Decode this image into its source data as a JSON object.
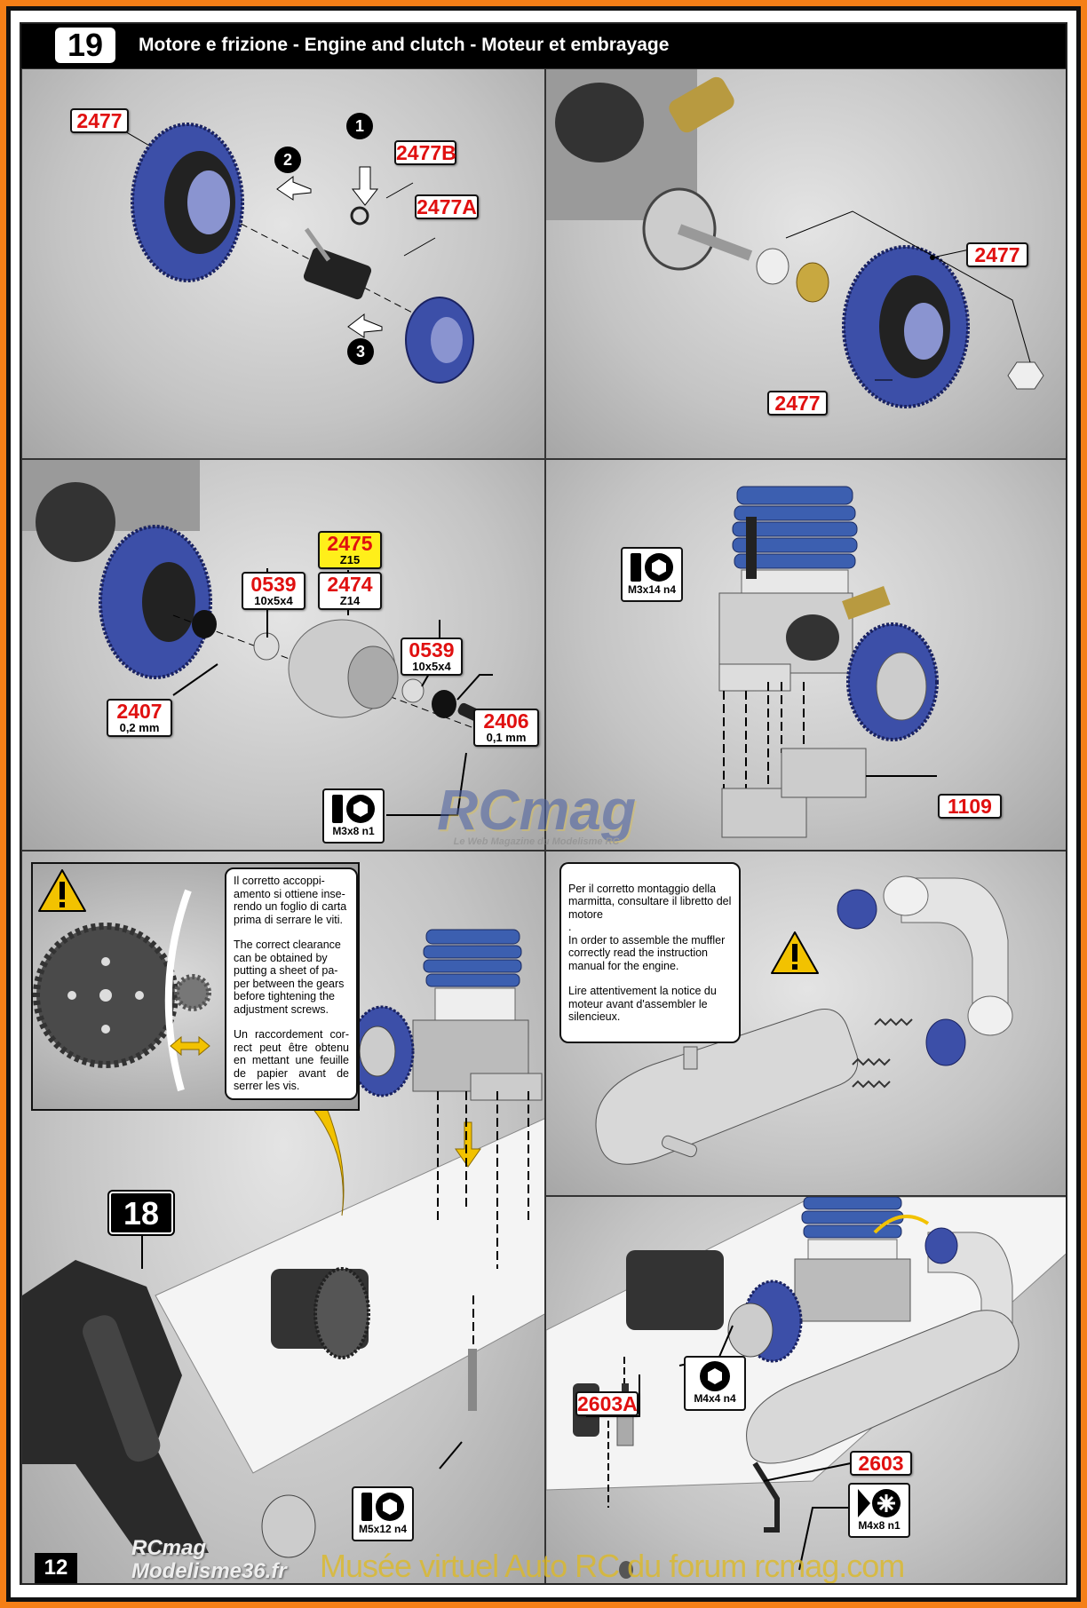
{
  "header": {
    "step": "19",
    "title": "Motore e frizione - Engine and clutch - Moteur et embrayage"
  },
  "panel1": {
    "labels": [
      {
        "code": "2477"
      },
      {
        "code": "2477B"
      },
      {
        "code": "2477A"
      }
    ],
    "steps": [
      "1",
      "2",
      "3"
    ]
  },
  "panel2": {
    "labels": [
      {
        "code": "2477"
      },
      {
        "code": "2477"
      }
    ]
  },
  "panel3": {
    "labels": [
      {
        "code": "2475",
        "sub": "Z15"
      },
      {
        "code": "2474",
        "sub": "Z14"
      },
      {
        "code": "0539",
        "sub": "10x5x4"
      },
      {
        "code": "0539",
        "sub": "10x5x4"
      },
      {
        "code": "2407",
        "sub": "0,2 mm"
      },
      {
        "code": "2406",
        "sub": "0,1 mm"
      }
    ],
    "tool": "M3x8 n1"
  },
  "panel4": {
    "tool": "M3x14 n4",
    "labels": [
      {
        "code": "1109"
      }
    ],
    "watermark": {
      "brand": "RCmag",
      "tagline": "Le Web Magazine du Modelisme RC"
    }
  },
  "panel5": {
    "note": [
      "Il corretto accoppi-amento si ottiene inse-rendo un foglio di carta prima di serrare le viti.",
      "The correct clearance can be obtained by putting a sheet of pa-per between the gears before tightening the adjustment screws.",
      "Un raccordement cor-rect peut être obtenu en mettant une feuille de papier avant de serrer les vis."
    ],
    "ref_step": "18",
    "tool": "M5x12 n4"
  },
  "panel6": {
    "note": [
      "Per il corretto montaggio della marmitta, consultare il libretto del motore\n.",
      "In order to assemble the muffler correctly read the instruction manual for the engine.",
      "Lire attentivement la notice du moteur avant d'assembler le silencieux."
    ]
  },
  "panel7": {
    "labels": [
      {
        "code": "2603A"
      },
      {
        "code": "2603"
      }
    ],
    "tools": [
      "M4x4 n4",
      "M4x8 n1"
    ]
  },
  "footer": {
    "page": "12",
    "watermark_left": "RCmag\nModelisme36.fr",
    "watermark": "Musée virtuel Auto RC du forum rcmag.com"
  },
  "colors": {
    "border": "#f57f17",
    "code": "#e01010",
    "highlight": "#ffef1a",
    "part_blue": "#3c4fa8"
  }
}
